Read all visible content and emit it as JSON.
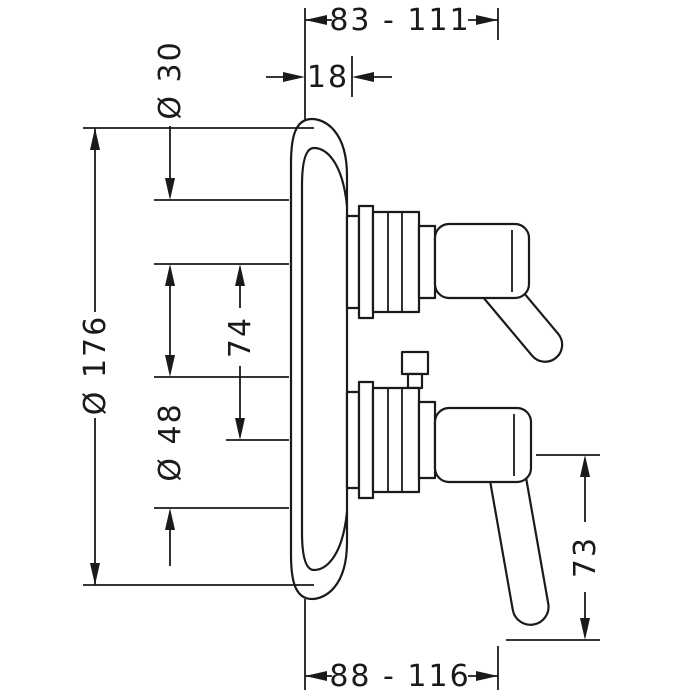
{
  "colors": {
    "line": "#1a1a1a",
    "background": "#ffffff",
    "object_fill": "#ffffff"
  },
  "dimensions": {
    "top_depth_range": "83 - 111",
    "plate_depth": "18",
    "upper_stem_diameter": "Ø 30",
    "plate_diameter": "Ø 176",
    "handle_center_distance": "74",
    "lower_stem_diameter": "Ø 48",
    "lever_length": "73",
    "bottom_depth_range": "88 - 116"
  }
}
